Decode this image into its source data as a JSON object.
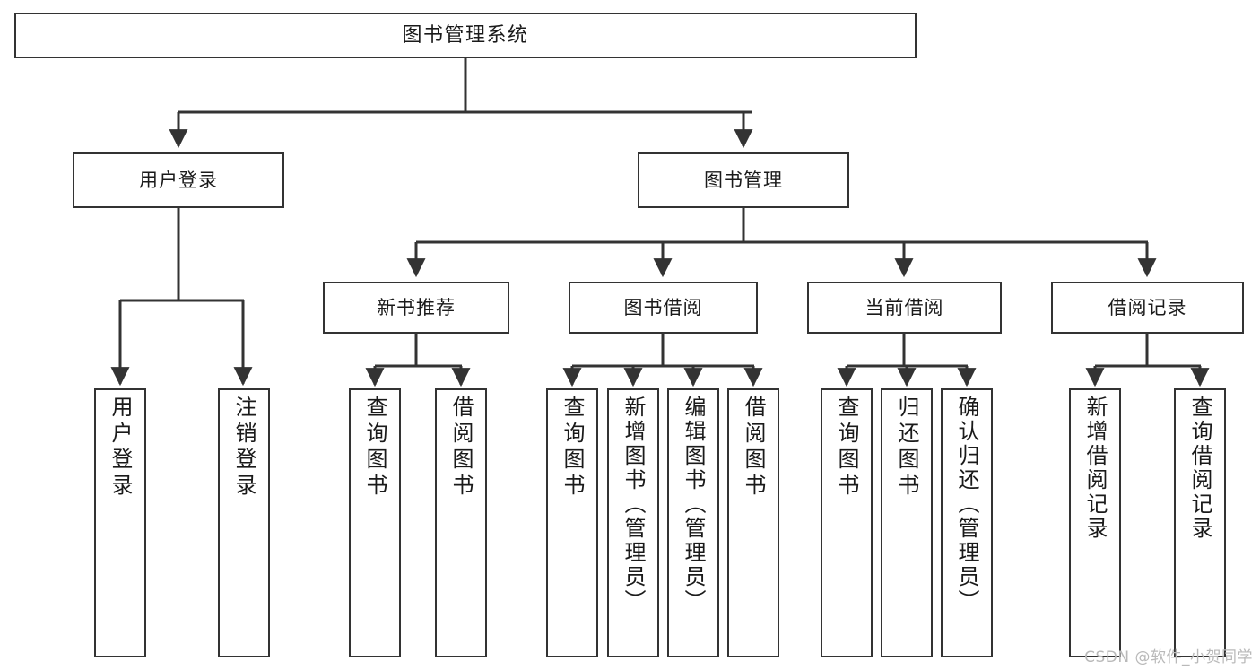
{
  "diagram": {
    "title": "图书管理系统",
    "type": "tree-hierarchy",
    "watermark": "CSDN @软件_小贺同学",
    "colors": {
      "box_border": "#333333",
      "box_fill": "#ffffff",
      "connector": "#333333",
      "text": "#1a1a1a",
      "watermark": "#b9b9b9",
      "background": "#ffffff"
    },
    "levels": {
      "root": {
        "label": "图书管理系统"
      },
      "level2": [
        {
          "id": "user-login",
          "label": "用户登录"
        },
        {
          "id": "book-management",
          "label": "图书管理"
        }
      ],
      "level3": [
        {
          "id": "new-book-recommend",
          "label": "新书推荐",
          "parent": "book-management"
        },
        {
          "id": "book-borrow",
          "label": "图书借阅",
          "parent": "book-management"
        },
        {
          "id": "current-borrow",
          "label": "当前借阅",
          "parent": "book-management"
        },
        {
          "id": "borrow-record",
          "label": "借阅记录",
          "parent": "book-management"
        }
      ],
      "leaves": [
        {
          "id": "leaf-user-login",
          "label": "用户登录",
          "parent": "user-login"
        },
        {
          "id": "leaf-user-logout",
          "label": "注销登录",
          "parent": "user-login"
        },
        {
          "id": "leaf-query-book-1",
          "label": "查询图书",
          "parent": "new-book-recommend"
        },
        {
          "id": "leaf-borrow-book-1",
          "label": "借阅图书",
          "parent": "new-book-recommend"
        },
        {
          "id": "leaf-query-book-2",
          "label": "查询图书",
          "parent": "book-borrow"
        },
        {
          "id": "leaf-add-book",
          "label": "新增图书（管理员）",
          "parent": "book-borrow"
        },
        {
          "id": "leaf-edit-book",
          "label": "编辑图书（管理员）",
          "parent": "book-borrow"
        },
        {
          "id": "leaf-borrow-book-2",
          "label": "借阅图书",
          "parent": "book-borrow"
        },
        {
          "id": "leaf-query-book-3",
          "label": "查询图书",
          "parent": "current-borrow"
        },
        {
          "id": "leaf-return-book",
          "label": "归还图书",
          "parent": "current-borrow"
        },
        {
          "id": "leaf-confirm-return",
          "label": "确认归还（管理员）",
          "parent": "current-borrow"
        },
        {
          "id": "leaf-add-record",
          "label": "新增借阅记录",
          "parent": "borrow-record"
        },
        {
          "id": "leaf-query-record",
          "label": "查询借阅记录",
          "parent": "borrow-record"
        }
      ]
    }
  }
}
